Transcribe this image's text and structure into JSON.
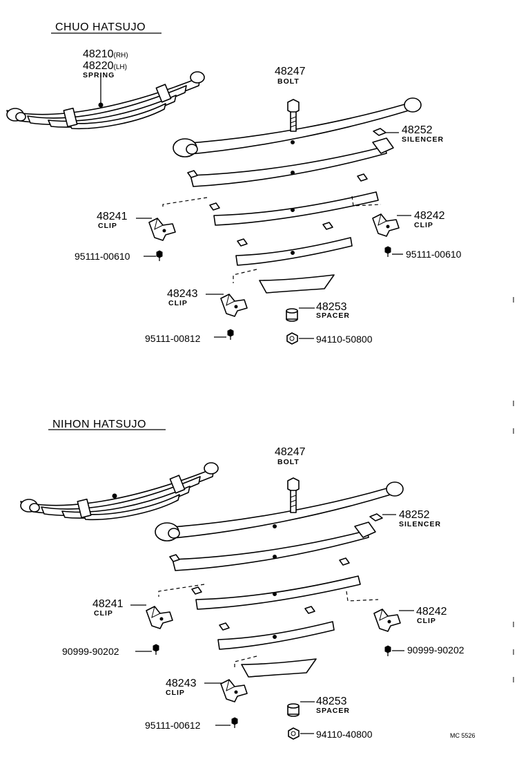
{
  "sections": [
    {
      "title": "CHUO HATSUJO",
      "spring": {
        "pn1": "48210",
        "pn1_suffix": "(RH)",
        "pn2": "48220",
        "pn2_suffix": "(LH)",
        "label": "SPRING"
      },
      "bolt": {
        "pn": "48247",
        "label": "BOLT"
      },
      "silencer": {
        "pn": "48252",
        "label": "SILENCER"
      },
      "clip_left": {
        "pn": "48241",
        "label": "CLIP"
      },
      "clip_right": {
        "pn": "48242",
        "label": "CLIP"
      },
      "clip_bottom": {
        "pn": "48243",
        "label": "CLIP"
      },
      "spacer": {
        "pn": "48253",
        "label": "SPACER"
      },
      "screw_left": "95111-00610",
      "screw_right": "95111-00610",
      "screw_bottom": "95111-00812",
      "nut": "94110-50800"
    },
    {
      "title": "NIHON HATSUJO",
      "spring": {
        "pn1": "",
        "pn1_suffix": "",
        "pn2": "",
        "pn2_suffix": "",
        "label": ""
      },
      "bolt": {
        "pn": "48247",
        "label": "BOLT"
      },
      "silencer": {
        "pn": "48252",
        "label": "SILENCER"
      },
      "clip_left": {
        "pn": "48241",
        "label": "CLIP"
      },
      "clip_right": {
        "pn": "48242",
        "label": "CLIP"
      },
      "clip_bottom": {
        "pn": "48243",
        "label": "CLIP"
      },
      "spacer": {
        "pn": "48253",
        "label": "SPACER"
      },
      "screw_left": "90999-90202",
      "screw_right": "90999-90202",
      "screw_bottom": "95111-00612",
      "nut": "94110-40800"
    }
  ],
  "diagram_code": "MC 5526"
}
